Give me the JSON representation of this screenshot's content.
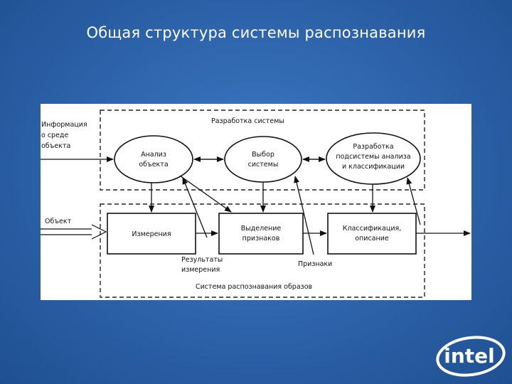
{
  "slide": {
    "title": "Общая структура системы распознавания"
  },
  "diagram": {
    "labels": {
      "info_line1": "Информация",
      "info_line2": "о среде",
      "info_line3": "объекта",
      "design_region": "Разработка системы",
      "object_input": "Объект",
      "analysis_line1": "Анализ",
      "analysis_line2": "объекта",
      "choice_line1": "Выбор",
      "choice_line2": "системы",
      "dev_line1": "Разработка",
      "dev_line2": "подсистемы анализа",
      "dev_line3": "и классификации",
      "measure": "Измерения",
      "extract_line1": "Выделение",
      "extract_line2": "признаков",
      "classify_line1": "Классификация,",
      "classify_line2": "описание",
      "results_line1": "Результаты",
      "results_line2": "измерения",
      "features": "Признаки",
      "recognition_region": "Система распознавания образов"
    }
  },
  "logo": {
    "text": "intel"
  }
}
